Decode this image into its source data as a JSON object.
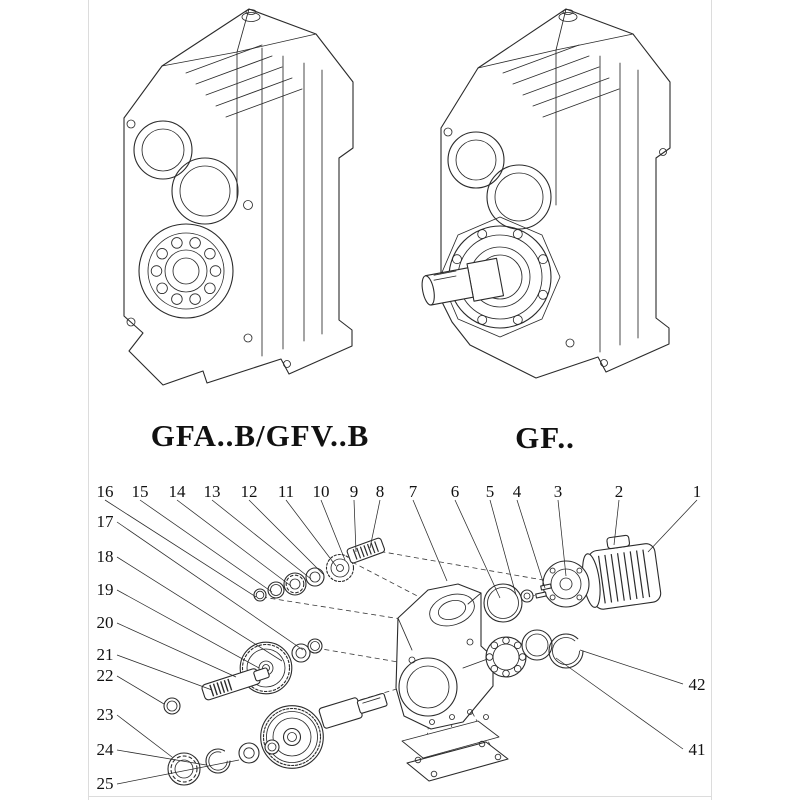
{
  "page": {
    "background": "#ffffff",
    "line_color": "#2b2b2b",
    "edge_line_color": "#dcdcdc"
  },
  "models": {
    "left_label": "GFA..B/GFV..B",
    "right_label": "GF.."
  },
  "exploded": {
    "top_callouts": [
      "16",
      "15",
      "14",
      "13",
      "12",
      "11",
      "10",
      "9",
      "8",
      "7",
      "6",
      "5",
      "4",
      "3",
      "2",
      "1"
    ],
    "left_callouts": [
      "17",
      "18",
      "19",
      "20",
      "21",
      "22",
      "23",
      "24",
      "25"
    ],
    "right_callouts": [
      "42",
      "41"
    ]
  }
}
